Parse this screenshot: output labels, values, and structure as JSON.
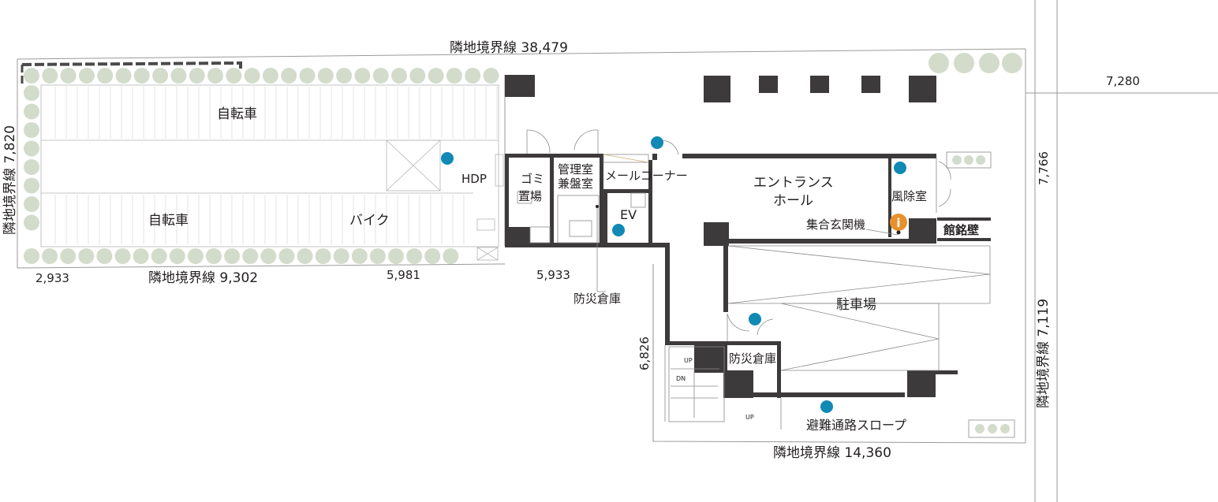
{
  "plan": {
    "boundaries": {
      "top": "隣地境界線 38,479",
      "left": "隣地境界線 7,820",
      "bottom_left": "隣地境界線 9,302",
      "bottom_right": "隣地境界線 14,360",
      "right_vertical": "隣地境界線 7,119"
    },
    "dimensions": {
      "d2933": "2,933",
      "d5981": "5,981",
      "d5933": "5,933",
      "d6826": "6,826",
      "d7280": "7,280",
      "d7766": "7,766"
    },
    "rooms": {
      "bicycle_top": "自転車",
      "bicycle_bottom": "自転車",
      "bike": "バイク",
      "hdp": "HDP",
      "garbage": [
        "ゴミ",
        "置場"
      ],
      "management": [
        "管理室",
        "兼盤室"
      ],
      "mail_corner": "メールコーナー",
      "ev": "EV",
      "entrance_hall": [
        "エントランス",
        "ホール"
      ],
      "windbreak": "風除室",
      "intercom": "集合玄関機",
      "nameplate_wall": "館銘壁",
      "parking": "駐車場",
      "disaster_storage_upper": "防災倉庫",
      "disaster_storage_lower": "防災倉庫",
      "evacuation_slope": "避難通路スロープ",
      "stair_up": "UP",
      "stair_dn": "DN",
      "slope_up": "UP"
    },
    "colors": {
      "wall": "#3d3a3b",
      "hedge": "#d3dccb",
      "marker": "#1089b5",
      "info": "#e6912c",
      "line": "#9a9a9a"
    }
  }
}
